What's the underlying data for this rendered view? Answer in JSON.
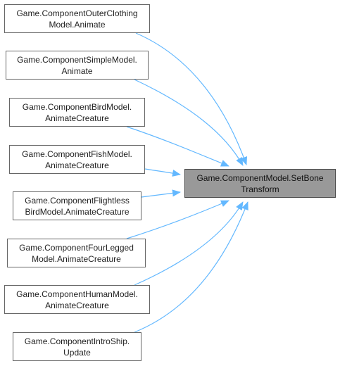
{
  "diagram": {
    "edge_color": "#63b8ff",
    "target": {
      "line1": "Game.ComponentModel.SetBone",
      "line2": "Transform"
    },
    "callers": [
      {
        "line1": "Game.ComponentOuterClothing",
        "line2": "Model.Animate"
      },
      {
        "line1": "Game.ComponentSimpleModel.",
        "line2": "Animate"
      },
      {
        "line1": "Game.ComponentBirdModel.",
        "line2": "AnimateCreature"
      },
      {
        "line1": "Game.ComponentFishModel.",
        "line2": "AnimateCreature"
      },
      {
        "line1": "Game.ComponentFlightless",
        "line2": "BirdModel.AnimateCreature"
      },
      {
        "line1": "Game.ComponentFourLegged",
        "line2": "Model.AnimateCreature"
      },
      {
        "line1": "Game.ComponentHumanModel.",
        "line2": "AnimateCreature"
      },
      {
        "line1": "Game.ComponentIntroShip.",
        "line2": "Update"
      }
    ]
  }
}
